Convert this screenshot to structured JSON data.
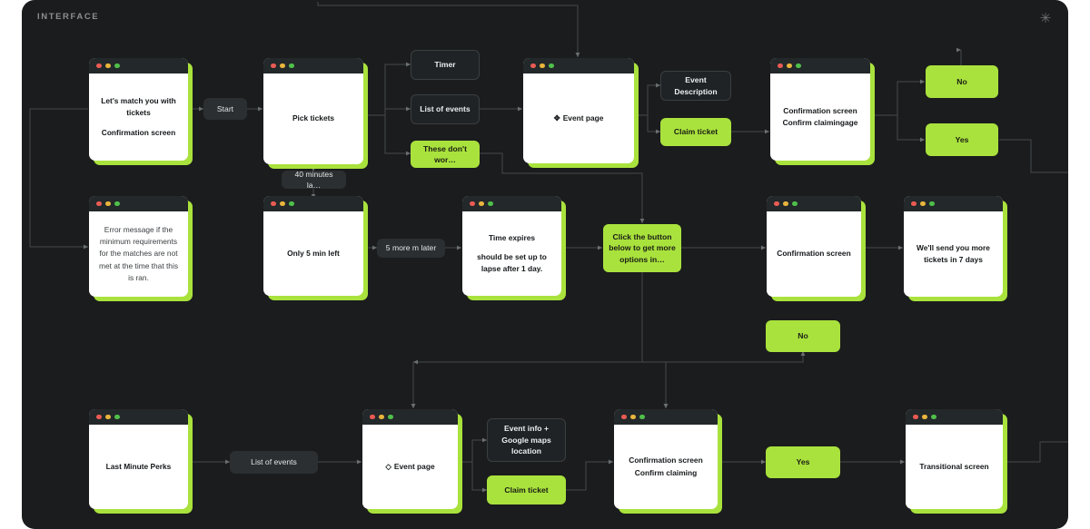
{
  "header": {
    "title": "INTERFACE",
    "corner_icon": "asterisk-icon"
  },
  "colors": {
    "canvas": "#1b1c1d",
    "accent_green": "#a9e23d",
    "card_bg": "#ffffff",
    "titlebar": "#23282a",
    "wire": "#4a4f52"
  },
  "nodes": [
    {
      "id": "n1",
      "kind": "window",
      "lines": [
        "Let's match you with tickets",
        "Confirmation screen"
      ]
    },
    {
      "id": "n2",
      "kind": "chip-dark",
      "label": "Start"
    },
    {
      "id": "n3",
      "kind": "window",
      "lines": [
        "Pick tickets"
      ]
    },
    {
      "id": "n4",
      "kind": "chip-outline",
      "label": "Timer"
    },
    {
      "id": "n5",
      "kind": "chip-outline",
      "label": "List of events"
    },
    {
      "id": "n6",
      "kind": "chip-green",
      "label": "These don't wor…"
    },
    {
      "id": "n7",
      "kind": "window",
      "icon": "move-arrows-icon",
      "lines": [
        "Event page"
      ]
    },
    {
      "id": "n8",
      "kind": "chip-outline",
      "label": "Event Description"
    },
    {
      "id": "n9",
      "kind": "chip-green",
      "label": "Claim ticket"
    },
    {
      "id": "n10",
      "kind": "window",
      "lines": [
        "Confirmation screen",
        "Confirm claimingage"
      ]
    },
    {
      "id": "n11",
      "kind": "chip-green",
      "label": "No"
    },
    {
      "id": "n12",
      "kind": "chip-green",
      "label": "Yes"
    },
    {
      "id": "n13",
      "kind": "chip-dark",
      "label": "40 minutes la…"
    },
    {
      "id": "n14",
      "kind": "window",
      "lines": [
        "Error message if the minimum requirements for the matches are not met at the time that this is ran."
      ],
      "light": true
    },
    {
      "id": "n15",
      "kind": "window",
      "lines": [
        "Only 5 min left"
      ]
    },
    {
      "id": "n16",
      "kind": "chip-dark",
      "label": "5 more m later"
    },
    {
      "id": "n17",
      "kind": "window",
      "lines": [
        "Time expires",
        "should be set up to lapse after 1 day."
      ]
    },
    {
      "id": "n18",
      "kind": "chip-green",
      "label": "Click the button below to get more options in…"
    },
    {
      "id": "n19",
      "kind": "window",
      "lines": [
        "Confirmation screen"
      ]
    },
    {
      "id": "n20",
      "kind": "window",
      "lines": [
        "We'll send you more tickets in 7 days"
      ]
    },
    {
      "id": "n21",
      "kind": "chip-green",
      "label": "No"
    },
    {
      "id": "n22",
      "kind": "window",
      "lines": [
        "Last Minute Perks"
      ]
    },
    {
      "id": "n23",
      "kind": "chip-dark",
      "label": "List of events"
    },
    {
      "id": "n24",
      "kind": "window",
      "icon": "diamond-icon",
      "lines": [
        "Event page"
      ]
    },
    {
      "id": "n25",
      "kind": "chip-outline",
      "label": "Event info + Google maps location"
    },
    {
      "id": "n26",
      "kind": "chip-green",
      "label": "Claim ticket"
    },
    {
      "id": "n27",
      "kind": "window",
      "lines": [
        "Confirmation screen",
        "Confirm claiming"
      ]
    },
    {
      "id": "n28",
      "kind": "chip-green",
      "label": "Yes"
    },
    {
      "id": "n29",
      "kind": "window",
      "lines": [
        "Transitional screen"
      ]
    }
  ],
  "icons": {
    "move-arrows-icon": "✥",
    "diamond-icon": "◇",
    "asterisk-icon": "✳"
  }
}
